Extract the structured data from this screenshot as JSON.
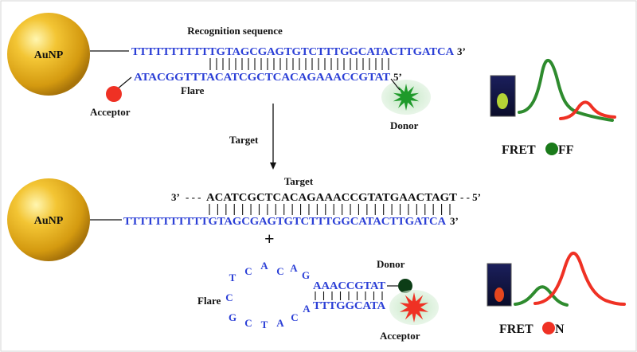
{
  "colors": {
    "sequence_blue": "#2b3fd6",
    "gold": "#e9b21b",
    "green": "#2e8b2e",
    "red": "#ef3124",
    "dark_green": "#0c3d16"
  },
  "top": {
    "recognition_title": "Recognition sequence",
    "gold_label": "AuNP",
    "strand_main": "TTTTTTTTTTTGTAGCGAGTGTCTTTGGCATACTTGATCA",
    "strand_main_end": "3’",
    "strand_flare": "ATACGGTTTACATCGCTCACAGAAACCGTAT",
    "strand_flare_end": "5’",
    "flare_label": "Flare",
    "acceptor_label": "Acceptor",
    "donor_label": "Donor",
    "fret_text": "FRET",
    "fret_state": "FF"
  },
  "arrow_label": "Target",
  "bottom": {
    "target_title": "Target",
    "target_start": "3’",
    "target_dashes": "- - -",
    "target_seq": "ACATCGCTCACAGAAACCGTATGAACTAGT",
    "target_end": "- - 5’",
    "gold_label": "AuNP",
    "strand_main": "TTTTTTTTTTTGTAGCGAGTGTCTTTGGCATACTTGATCA",
    "strand_main_end": "3’",
    "plus": "+",
    "loop_letters": [
      "T",
      "C",
      "A",
      "C",
      "A",
      "G",
      "C",
      "G",
      "C",
      "T",
      "A",
      "C",
      "A"
    ],
    "stem_top": "AAACCGTAT",
    "stem_bottom": "TTTGGCATA",
    "flare_label": "Flare",
    "donor_label": "Donor",
    "acceptor_label": "Acceptor",
    "fret_text": "FRET",
    "fret_state": "N"
  }
}
